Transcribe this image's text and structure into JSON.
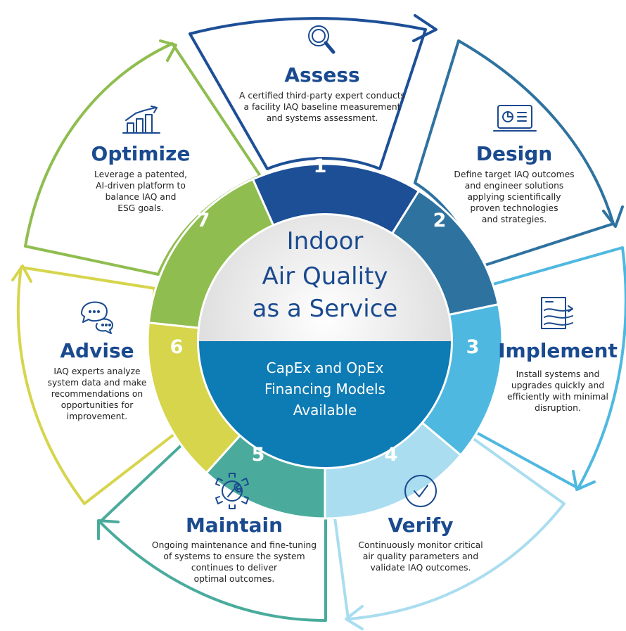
{
  "center": {
    "title_lines": [
      "Indoor",
      "Air Quality",
      "as a Service"
    ],
    "subtitle_lines": [
      "CapEx and OpEx",
      "Financing Models",
      "Available"
    ]
  },
  "colors": {
    "title_blue": "#1a4a8f",
    "assess": "#1d4f97",
    "design": "#2e72a0",
    "implement": "#4fb8e0",
    "verify": "#a9ddef",
    "maintain": "#4aab9c",
    "advise": "#d6d54c",
    "optimize": "#8fbd4f",
    "center_bottom": "#0d7bb4"
  },
  "steps": [
    {
      "number": "1",
      "title": "Assess",
      "icon": "magnifier-icon",
      "description": [
        "A certified third-party expert conducts",
        "a facility IAQ baseline measurement",
        "and systems assessment."
      ]
    },
    {
      "number": "2",
      "title": "Design",
      "icon": "laptop-chart-icon",
      "description": [
        "Define target IAQ outcomes",
        "and engineer solutions",
        "applying scientifically",
        "proven technologies",
        "and strategies."
      ]
    },
    {
      "number": "3",
      "title": "Implement",
      "icon": "airflow-document-icon",
      "description": [
        "Install systems and",
        "upgrades quickly and",
        "efficiently with minimal",
        "disruption."
      ]
    },
    {
      "number": "4",
      "title": "Verify",
      "icon": "checkmark-circle-icon",
      "description": [
        "Continuously monitor critical",
        "air quality parameters and",
        "validate IAQ outcomes."
      ]
    },
    {
      "number": "5",
      "title": "Maintain",
      "icon": "gear-wrench-icon",
      "description": [
        "Ongoing maintenance and fine-tuning",
        "of systems to ensure the system",
        "continues to deliver",
        "optimal outcomes."
      ]
    },
    {
      "number": "6",
      "title": "Advise",
      "icon": "chat-bubbles-icon",
      "description": [
        "IAQ experts analyze",
        "system data and make",
        "recommendations on",
        "opportunities for",
        "improvement."
      ]
    },
    {
      "number": "7",
      "title": "Optimize",
      "icon": "growth-chart-icon",
      "description": [
        "Leverage a patented,",
        "AI-driven platform to",
        "balance IAQ and",
        "ESG goals."
      ]
    }
  ]
}
